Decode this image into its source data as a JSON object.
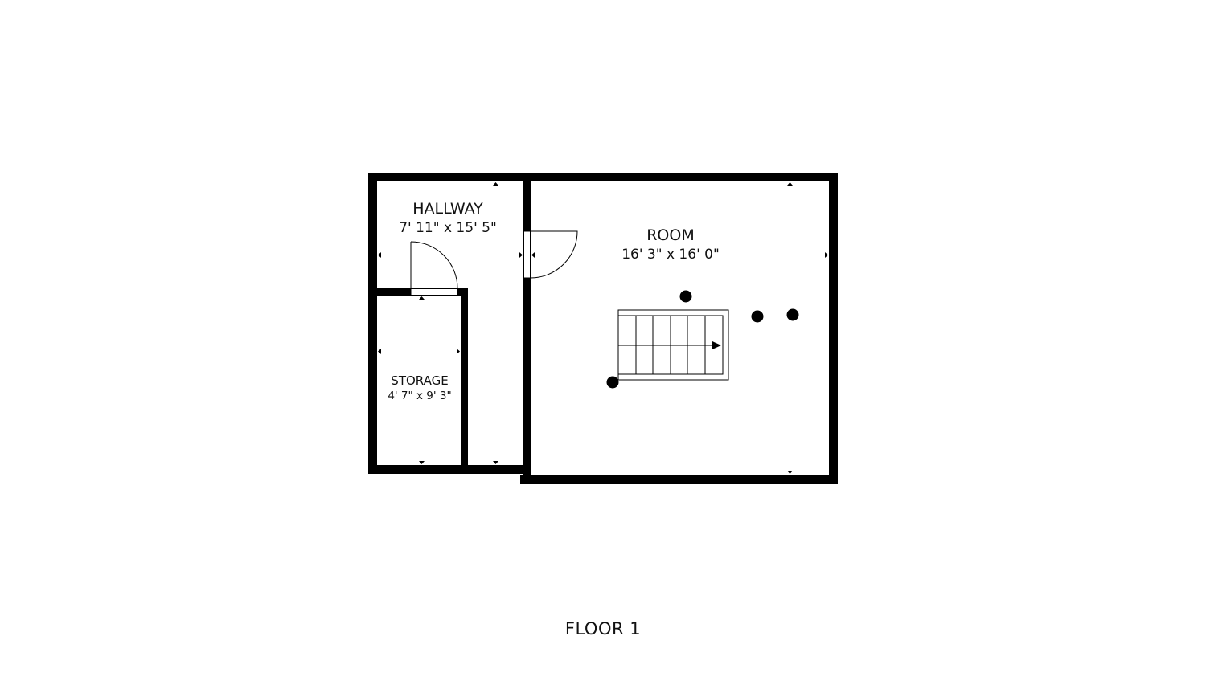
{
  "plan": {
    "wall_color": "#000000",
    "background_color": "#ffffff",
    "rooms": [
      {
        "id": "hallway",
        "name": "HALLWAY",
        "dimensions": "7' 11\" x 15' 5\""
      },
      {
        "id": "room",
        "name": "ROOM",
        "dimensions": "16' 3\" x 16' 0\""
      },
      {
        "id": "storage",
        "name": "STORAGE",
        "dimensions": "4' 7\" x 9' 3\""
      }
    ],
    "floor_label": "FLOOR 1"
  }
}
